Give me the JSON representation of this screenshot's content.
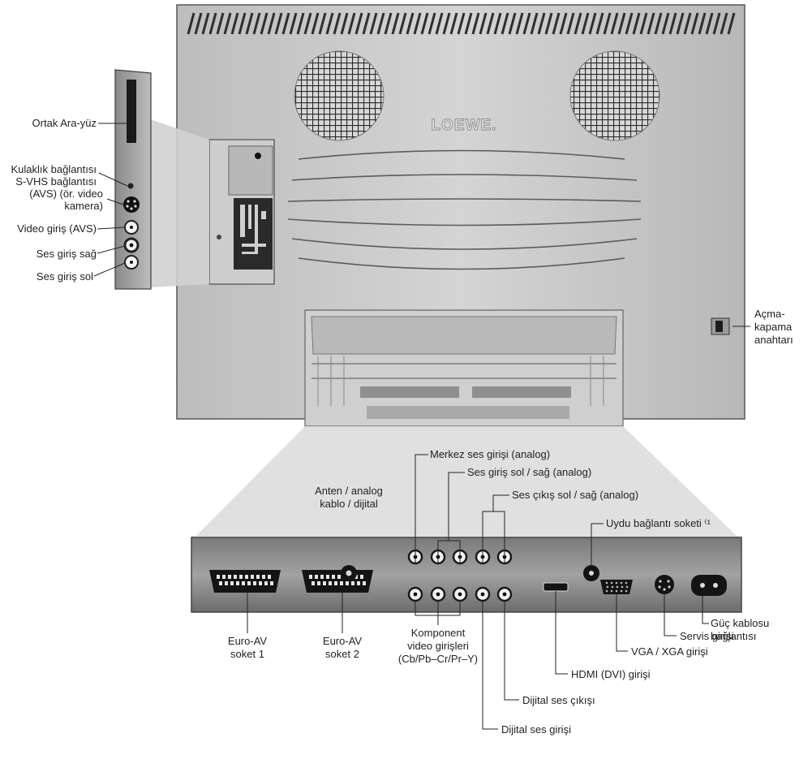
{
  "brand": "LOEWE.",
  "side_panel": {
    "labels": [
      "Ortak Ara-yüz",
      "Kulaklık bağlantısı",
      "S-VHS bağlantısı",
      "(AVS) (ör. video",
      "kamera)",
      "Video giriş (AVS)",
      "Ses giriş sağ",
      "Ses giriş sol"
    ]
  },
  "power_switch": {
    "label_lines": [
      "Açma-",
      "kapama",
      "anahtarı"
    ]
  },
  "connector_panel": {
    "top_labels": {
      "antenna": [
        "Anten / analog",
        "kablo / dijital"
      ],
      "center_audio": "Merkez ses girişi (analog)",
      "audio_in_lr": "Ses giriş sol / sağ (analog)",
      "audio_out_lr": "Ses çıkış sol / sağ (analog)",
      "satellite": "Uydu bağlantı soketi ⁽¹"
    },
    "bottom_labels": {
      "euro_av_1": [
        "Euro-AV",
        "soket 1"
      ],
      "euro_av_2": [
        "Euro-AV",
        "soket 2"
      ],
      "component": [
        "Komponent",
        "video girişleri",
        "(Cb/Pb–Cr/Pr–Y)"
      ],
      "power_cable": [
        "Güç kablosu",
        "bağlantısı"
      ],
      "service": "Servis girişi",
      "vga": "VGA / XGA girişi",
      "hdmi": "HDMI (DVI) girişi",
      "digital_out": "Dijital ses çıkışı",
      "digital_in": "Dijital ses girişi"
    }
  },
  "colors": {
    "tv_body": "#c9c9c9",
    "panel_dark": "#8e8e8e",
    "panel_light": "#d9d9d9",
    "connector": "#111111",
    "line": "#222222"
  }
}
